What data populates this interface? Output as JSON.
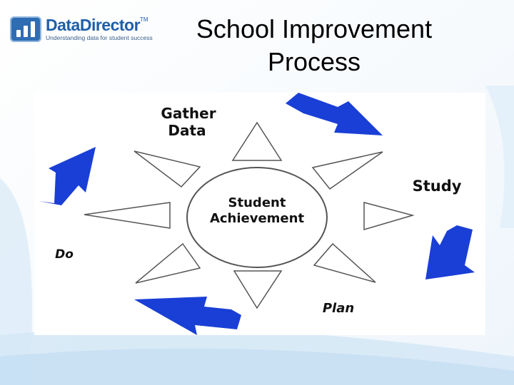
{
  "header": {
    "logo_name": "DataDirector",
    "logo_tm": "TM",
    "logo_tagline": "Understanding data for student success",
    "title_line1": "School Improvement",
    "title_line2": "Process"
  },
  "diagram": {
    "center_line1": "Student",
    "center_line2": "Achievement",
    "stage_gather_line1": "Gather",
    "stage_gather_line2": "Data",
    "stage_study": "Study",
    "stage_plan": "Plan",
    "stage_do": "Do",
    "arrow_color": "#1a3fd6",
    "outline_color": "#555555"
  }
}
